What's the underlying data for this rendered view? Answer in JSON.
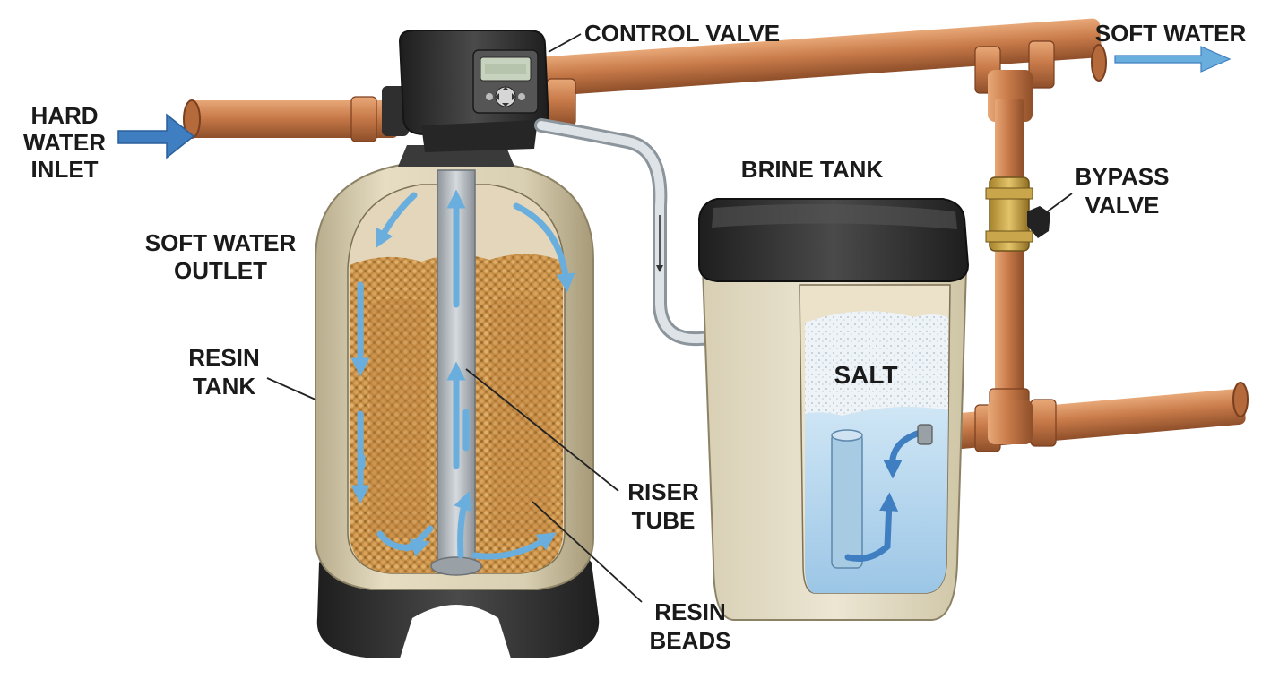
{
  "labels": {
    "hard_water_inlet": [
      "HARD",
      "WATER",
      "INLET"
    ],
    "control_valve": "CONTROL VALVE",
    "soft_water": "SOFT WATER",
    "brine_tank": "BRINE TANK",
    "bypass_valve": [
      "BYPASS",
      "VALVE"
    ],
    "soft_water_outlet": [
      "SOFT WATER",
      "OUTLET"
    ],
    "resin_tank": [
      "RESIN",
      "TANK"
    ],
    "salt": "SALT",
    "riser_tube": [
      "RISER",
      "TUBE"
    ],
    "resin_beads": [
      "RESIN",
      "BEADS"
    ]
  },
  "colors": {
    "copper": "#c97b4a",
    "copper_dark": "#8e4f2a",
    "flow_arrow": "#6aaede",
    "inlet_arrow": "#3f7ec0",
    "tank_shell": "#d9d0b5",
    "resin": "#c9954d",
    "brine_water": "#b9d9ee",
    "base_black": "#2c2c2c"
  }
}
